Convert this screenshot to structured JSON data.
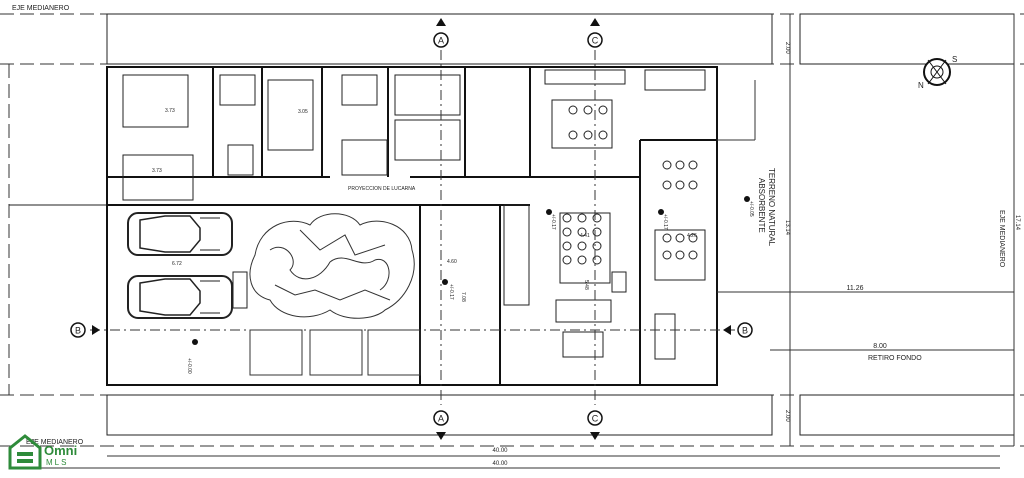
{
  "labels": {
    "eje_top": "EJE MEDIANERO",
    "eje_bottom": "EJE MEDIANERO",
    "eje_right": "EJE MEDIANERO",
    "terreno_line1": "TERRENO NATURAL",
    "terreno_line2": "ABSORBENTE",
    "proyeccion": "PROYECCION DE LUCARNA",
    "retiro_fondo": "RETIRO FONDO",
    "compass_n": "N",
    "compass_s": "S"
  },
  "dimensions": {
    "top_setback": "2.00",
    "bottom_setback": "2.00",
    "width_inner": "13.14",
    "width_total": "17.14",
    "length_1": "40.00",
    "length_2": "40.00",
    "back_1": "11.26",
    "back_2": "8.00"
  },
  "room_dims": {
    "d1": "3.73",
    "d2": "3.73",
    "d3": "3.05",
    "d4": "4.41",
    "d5": "4.26",
    "d6": "4.60",
    "d7": "7.08",
    "d8": "6.72",
    "d9": "5.48"
  },
  "levels": {
    "l1": "+/-0.00",
    "l2": "+/-0.17",
    "l3": "+/-0.17",
    "l4": "+/-0.17",
    "l5": "+/-0.05"
  },
  "axis_markers": {
    "a": "A",
    "b": "B",
    "c": "C"
  },
  "logo": {
    "name": "Omni",
    "sub": "MLS",
    "color": "#2e8b3a"
  }
}
